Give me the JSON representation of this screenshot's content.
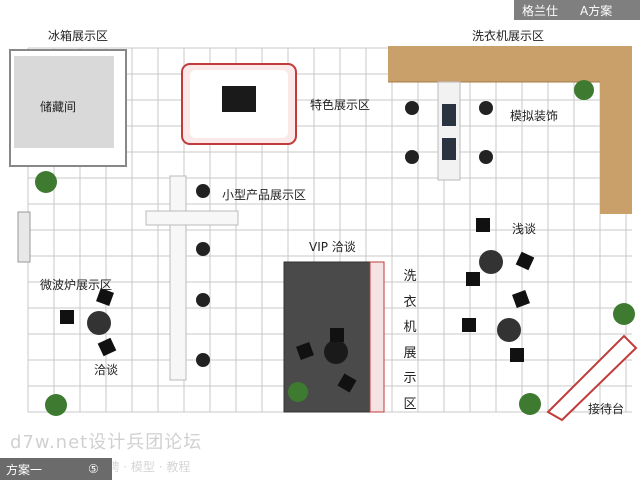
{
  "header": {
    "brand": "格兰仕",
    "scheme": "A方案"
  },
  "zones": {
    "fridge": "冰箱展示区",
    "storage": "储藏间",
    "feature": "特色展示区",
    "washer_top": "洗衣机展示区",
    "decor": "模拟装饰",
    "small": "小型产品展示区",
    "vip": "VIP 洽谈",
    "light_talk": "浅谈",
    "microwave": "微波炉展示区",
    "negotiate": "洽谈",
    "reception": "接待台",
    "washer_vertical": [
      "洗",
      "衣",
      "机",
      "展",
      "示",
      "区"
    ]
  },
  "watermark": {
    "main": "d7w.net设计兵团论坛",
    "sub": "培训 · 招聘 · 模型 · 教程"
  },
  "footer": {
    "scheme_label": "方案一",
    "page": "⑤"
  },
  "colors": {
    "wood": "#c9a06a",
    "vip_floor": "#4a4a4a",
    "grid": "#c8c8c8",
    "bar": "#7f7f7f",
    "plant": "#3e7a30"
  }
}
